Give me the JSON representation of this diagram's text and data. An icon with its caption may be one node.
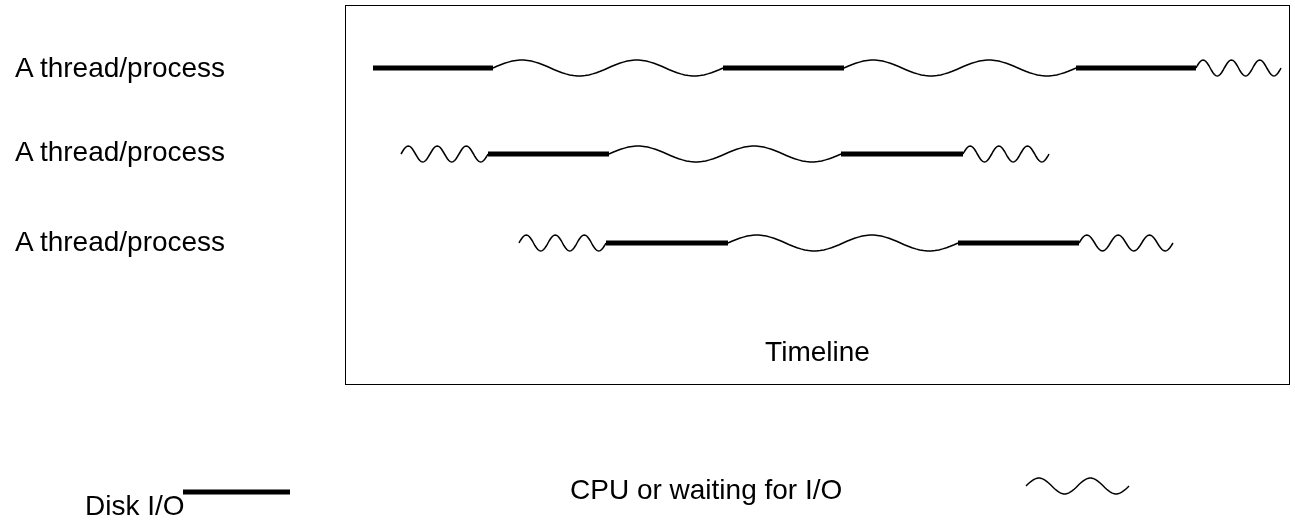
{
  "diagram": {
    "nodes": [
      {
        "text": [
          "Timeline"
        ]
      }
    ],
    "labels": [
      "A thread/process",
      "A thread/process",
      "A thread/process"
    ],
    "legend": [
      {
        "text": "Disk I/O"
      },
      {
        "text": "CPU or waiting for I/O"
      }
    ]
  }
}
